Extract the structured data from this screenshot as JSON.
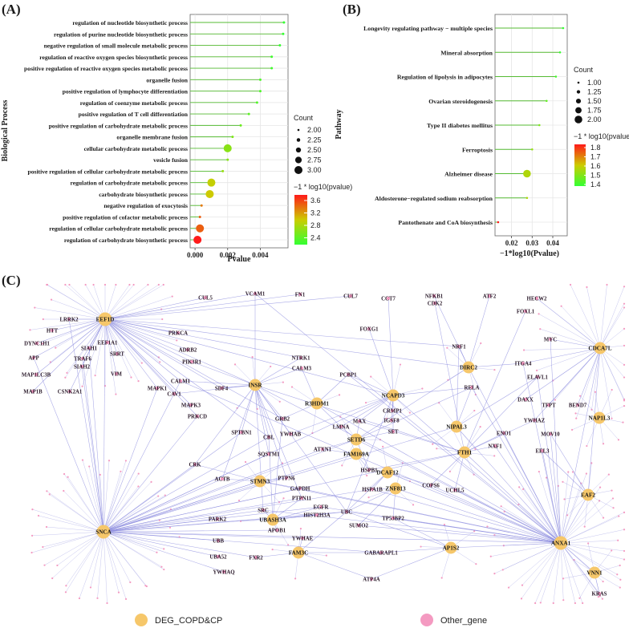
{
  "panels": {
    "a": {
      "letter": "(A)",
      "ylabel": "Biological Process",
      "xlabel": "Pvalue"
    },
    "b": {
      "letter": "(B)",
      "ylabel": "Pathway",
      "xlabel": "−1*log10(Pvalue)"
    },
    "c": {
      "letter": "(C)"
    }
  },
  "colors": {
    "high": "#ff1a1a",
    "mid": "#cccc00",
    "low": "#33ff33",
    "stem": "#55bb33",
    "grid": "#e6e6e6",
    "edge": "#8888dd",
    "node_deg": "#f6c76a",
    "node_other": "#f49ac1"
  },
  "chart_data": [
    {
      "type": "scatter",
      "panel": "A",
      "xlabel": "Pvalue",
      "ylabel": "Biological Process",
      "xlim": [
        -0.0003,
        0.0057
      ],
      "xticks": [
        "0.000",
        "0.002",
        "0.004"
      ],
      "xtick_values": [
        0,
        0.002,
        0.004
      ],
      "grid": true,
      "legend_size_title": "Count",
      "legend_size_labels": [
        "2.00",
        "2.25",
        "2.50",
        "2.75",
        "3.00"
      ],
      "legend_color_title": "−1 * log10(pvalue)",
      "legend_color_labels": [
        "3.6",
        "3.2",
        "2.8",
        "2.4"
      ],
      "terms": [
        "regulation of nucleotide biosynthetic process",
        "regulation of purine nucleotide biosynthetic process",
        "negative regulation of small molecule metabolic process",
        "regulation of reactive oxygen species biosynthetic process",
        "positive regulation of reactive oxygen species metabolic process",
        "organelle fusion",
        "positive regulation of lymphocyte differentiation",
        "regulation of coenzyme metabolic process",
        "positive regulation of T cell differentiation",
        "positive regulation of carbohydrate metabolic process",
        "organelle membrane fusion",
        "cellular carbohydrate metabolic process",
        "vesicle fusion",
        "positive regulation of cellular carbohydrate metabolic process",
        "regulation of carbohydrate metabolic process",
        "carbohydrate biosynthetic process",
        "negative regulation of exocytosis",
        "positive regulation of cofactor metabolic process",
        "regulation of cellular carbohydrate metabolic process",
        "regulation of carbohydrate biosynthetic process"
      ],
      "pvalue": [
        0.00545,
        0.0054,
        0.0052,
        0.0047,
        0.0047,
        0.004,
        0.004,
        0.0038,
        0.0033,
        0.0028,
        0.0023,
        0.002,
        0.002,
        0.0017,
        0.001,
        0.0009,
        0.0004,
        0.0003,
        0.0003,
        0.00015
      ],
      "count": [
        2,
        2,
        2,
        2,
        2,
        2,
        2,
        2,
        2,
        2,
        2,
        3,
        2,
        2,
        3,
        3,
        2,
        2,
        3,
        3
      ],
      "log10p": [
        2.26,
        2.27,
        2.28,
        2.33,
        2.33,
        2.4,
        2.4,
        2.42,
        2.48,
        2.55,
        2.64,
        2.7,
        2.7,
        2.77,
        3.0,
        3.05,
        3.4,
        3.52,
        3.52,
        3.82
      ]
    },
    {
      "type": "scatter",
      "panel": "B",
      "xlabel": "−1*log10(Pvalue)",
      "ylabel": "Pathway",
      "xlim": [
        0.012,
        0.047
      ],
      "xticks": [
        "0.02",
        "0.03",
        "0.04"
      ],
      "xtick_values": [
        0.02,
        0.03,
        0.04
      ],
      "grid": true,
      "legend_size_title": "Count",
      "legend_size_labels": [
        "1.00",
        "1.25",
        "1.50",
        "1.75",
        "2.00"
      ],
      "legend_color_title": "−1 * log10(pvalue)",
      "legend_color_labels": [
        "1.8",
        "1.7",
        "1.6",
        "1.5",
        "1.4"
      ],
      "terms": [
        "Longevity regulating pathway − multiple species",
        "Mineral absorption",
        "Regulation of lipolysis in adipocytes",
        "Ovarian steroidogenesis",
        "Type II diabetes mellitus",
        "Ferroptosis",
        "Alzheimer disease",
        "Aldosterone−regulated sodium reabsorption",
        "Pantothenate and CoA biosynthesis"
      ],
      "value": [
        0.045,
        0.0435,
        0.0415,
        0.037,
        0.0335,
        0.03,
        0.0275,
        0.0275,
        0.0135
      ],
      "count": [
        1,
        1,
        1,
        1,
        1,
        1,
        2,
        1,
        1
      ],
      "log10p": [
        1.35,
        1.36,
        1.38,
        1.43,
        1.48,
        1.52,
        1.56,
        1.56,
        1.87
      ]
    }
  ],
  "network": {
    "legend": {
      "deg_label": "DEG_COPD&CP",
      "other_label": "Other_gene"
    },
    "deg_nodes": [
      "EEF1D",
      "INSR",
      "R3HDM1",
      "NCAPD3",
      "DIRC2",
      "NIPAL3",
      "CDCA7L",
      "NAP1L3",
      "SETD6",
      "FAM169A",
      "FTH1",
      "DCAF12",
      "ZNF813",
      "STMN3",
      "EAF2",
      "SNCA",
      "ANXA1",
      "UBASH3A",
      "FAM3C",
      "AP1S2",
      "VNN1"
    ],
    "other_nodes": [
      "CUL5",
      "VCAM1",
      "FN1",
      "CUL7",
      "CCT7",
      "NFKB1",
      "ATF2",
      "HECW2",
      "CDK2",
      "FOXL1",
      "MYC",
      "FOXG1",
      "LRRK2",
      "HTT",
      "DYNC1H1",
      "APP",
      "MAP1LC3B",
      "MAP1B",
      "CSNK2A1",
      "SIAH1",
      "SIAH2",
      "TRAF6",
      "EEF1A1",
      "SRRT",
      "VIM",
      "PRKCA",
      "ADRB2",
      "PIK3R1",
      "CALM1",
      "MAPK1",
      "CAV1",
      "MAPK3",
      "PRKCD",
      "SDF4",
      "NTRK1",
      "CALM3",
      "PCBP1",
      "NRF1",
      "ITGA4",
      "ELAVL1",
      "RELA",
      "CRMP1",
      "IGSF8",
      "MAX",
      "LMNA",
      "SET",
      "YWHAB",
      "GRB2",
      "SPTBN1",
      "CBL",
      "SQSTM1",
      "ATXN1",
      "DAXX",
      "TFPT",
      "BEND7",
      "YWHAZ",
      "ENO1",
      "MOV10",
      "NXF1",
      "EEL3",
      "HSPB1",
      "HSPA1B",
      "GAPDH",
      "PTPN6",
      "CRK",
      "ACTB",
      "PTPN11",
      "EGFR",
      "UBC",
      "COPS6",
      "UCHL5",
      "TP53BP2",
      "SUMO2",
      "HIST2H3A",
      "SRC",
      "PARK2",
      "APOB1",
      "UBB",
      "UBA52",
      "YWHAE",
      "FXR2",
      "YWHAQ",
      "GABARAPL1",
      "ATP4A",
      "KRAS"
    ]
  }
}
